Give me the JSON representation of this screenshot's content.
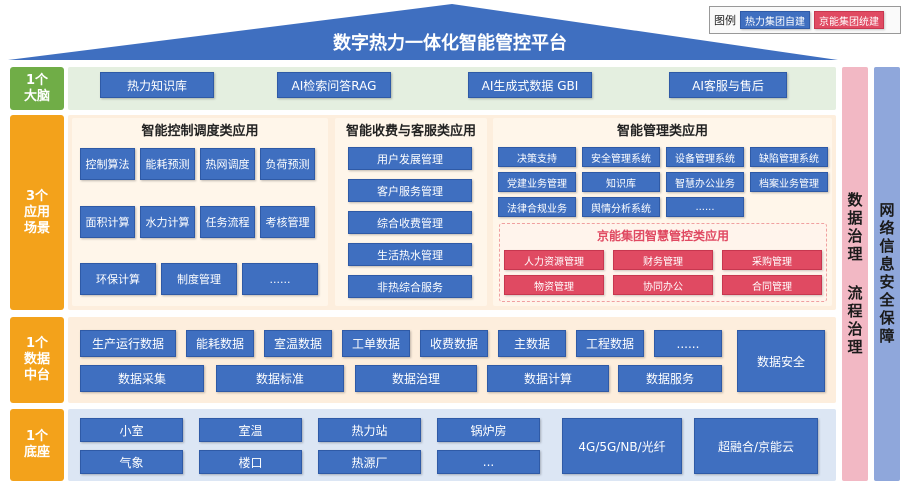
{
  "header": {
    "title": "数字热力一体化智能管控平台"
  },
  "legend": {
    "label": "图例",
    "item_blue": "热力集团自建",
    "item_red": "京能集团统建"
  },
  "colors": {
    "blue": "#3f6fc0",
    "red": "#e04a62",
    "orange": "#f3a21b",
    "green": "#70ad47",
    "header": "#3f6fc0"
  },
  "rows": {
    "brain": {
      "label": "1个\n大脑",
      "items": [
        "热力知识库",
        "AI检索问答RAG",
        "AI生成式数据 GBI",
        "AI客服与售后"
      ]
    },
    "apps": {
      "label": "3个\n应用\n场景",
      "control": {
        "title": "智能控制调度类应用",
        "items": [
          "控制算法",
          "能耗预测",
          "热网调度",
          "负荷预测",
          "面积计算",
          "水力计算",
          "任务流程",
          "考核管理",
          "环保计算",
          "制度管理",
          "......"
        ]
      },
      "service": {
        "title": "智能收费与客服类应用",
        "items": [
          "用户发展管理",
          "客户服务管理",
          "综合收费管理",
          "生活热水管理",
          "非热综合服务"
        ]
      },
      "management": {
        "title": "智能管理类应用",
        "items": [
          "决策支持",
          "安全管理系统",
          "设备管理系统",
          "缺陷管理系统",
          "党建业务管理",
          "知识库",
          "智慧办公业务",
          "档案业务管理",
          "法律合规业务",
          "舆情分析系统",
          "......"
        ],
        "jingneng": {
          "title": "京能集团智慧管控类应用",
          "items": [
            "人力资源管理",
            "财务管理",
            "采购管理",
            "物资管理",
            "协同办公",
            "合同管理"
          ]
        }
      }
    },
    "data": {
      "label": "1个\n数据\n中台",
      "top": [
        "生产运行数据",
        "能耗数据",
        "室温数据",
        "工单数据",
        "收费数据",
        "主数据",
        "工程数据",
        "......"
      ],
      "bottom": [
        "数据采集",
        "数据标准",
        "数据治理",
        "数据计算",
        "数据服务"
      ],
      "security": "数据安全"
    },
    "base": {
      "label": "1个\n底座",
      "top": [
        "小室",
        "室温",
        "热力站",
        "锅炉房"
      ],
      "bottom": [
        "气象",
        "楼口",
        "热源厂",
        "..."
      ],
      "network": "4G/5G/NB/光纤",
      "cloud": "超融合/京能云"
    }
  },
  "side": {
    "governance": "数据治理 流程治理",
    "security": "网络信息安全保障"
  }
}
